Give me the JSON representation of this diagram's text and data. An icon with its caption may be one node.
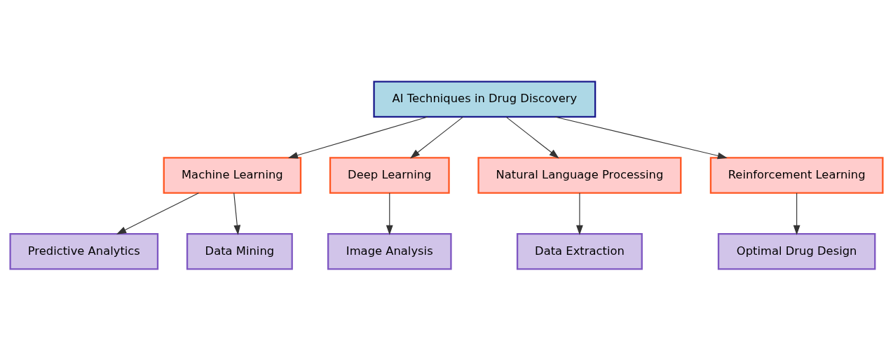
{
  "diagram": {
    "nodes": [
      {
        "text": [
          "AI Techniques in Drug Discovery"
        ]
      },
      {
        "text": [
          "Machine Learning"
        ]
      },
      {
        "text": [
          "Deep Learning"
        ]
      },
      {
        "text": [
          "Natural Language Processing"
        ]
      },
      {
        "text": [
          "Reinforcement Learning"
        ]
      },
      {
        "text": [
          "Predictive Analytics"
        ]
      },
      {
        "text": [
          "Data Mining"
        ]
      },
      {
        "text": [
          "Image Analysis"
        ]
      },
      {
        "text": [
          "Data Extraction"
        ]
      },
      {
        "text": [
          "Optimal Drug Design"
        ]
      }
    ],
    "edges": [
      {
        "from": 0,
        "to": 1,
        "arrow": "to"
      },
      {
        "from": 0,
        "to": 2,
        "arrow": "to"
      },
      {
        "from": 0,
        "to": 3,
        "arrow": "to"
      },
      {
        "from": 0,
        "to": 4,
        "arrow": "to"
      },
      {
        "from": 1,
        "to": 5,
        "arrow": "to"
      },
      {
        "from": 1,
        "to": 6,
        "arrow": "to"
      },
      {
        "from": 2,
        "to": 7,
        "arrow": "to"
      },
      {
        "from": 3,
        "to": 8,
        "arrow": "to"
      },
      {
        "from": 4,
        "to": 9,
        "arrow": "to"
      }
    ]
  }
}
